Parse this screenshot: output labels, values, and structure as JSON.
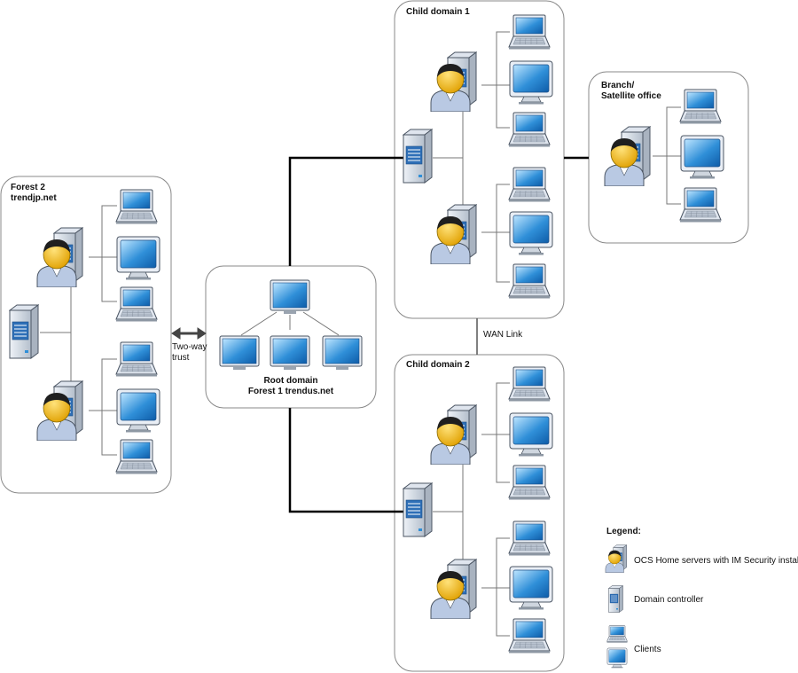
{
  "forest2": {
    "line1": "Forest 2",
    "line2": "trendjp.net"
  },
  "root": {
    "line1": "Root domain",
    "line2": "Forest 1 trendus.net"
  },
  "child1": {
    "title": "Child domain 1"
  },
  "child2": {
    "title": "Child domain 2"
  },
  "branch": {
    "line1": "Branch/",
    "line2": "Satellite office"
  },
  "trust": {
    "line1": "Two-way",
    "line2": "trust"
  },
  "wan": {
    "label": "WAN Link"
  },
  "legend": {
    "title": "Legend:",
    "items": [
      {
        "icon": "ocs-server-icon",
        "label": "OCS Home servers with IM Security installed"
      },
      {
        "icon": "domain-controller-icon",
        "label": "Domain controller"
      },
      {
        "icon": "clients-icon",
        "label": "Clients"
      }
    ]
  },
  "colors": {
    "box_border": "#888888",
    "line": "#000000",
    "thin_line": "#777777",
    "screen_blue": "#2f8fd8",
    "server_grey": "#c9d1dc",
    "person_skin": "#f5b800"
  }
}
